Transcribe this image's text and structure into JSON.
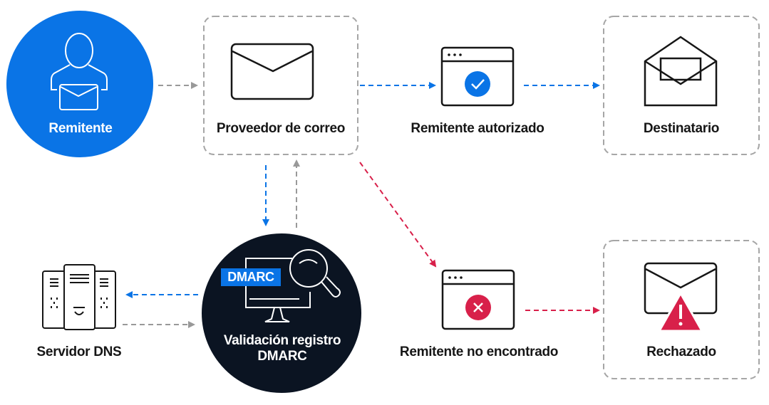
{
  "colors": {
    "blue": "#0a74e6",
    "dark": "#0b1422",
    "red": "#d8204a",
    "gray": "#999999",
    "box_border": "#a6a6a6"
  },
  "nodes": {
    "sender": {
      "label": "Remitente",
      "icon": "user-with-envelope-icon"
    },
    "provider": {
      "label": "Proveedor de correo",
      "icon": "envelope-icon"
    },
    "authorized": {
      "label": "Remitente autorizado",
      "icon": "browser-check-icon"
    },
    "recipient": {
      "label": "Destinatario",
      "icon": "open-envelope-icon"
    },
    "dns": {
      "label": "Servidor DNS",
      "icon": "server-icon"
    },
    "dmarc": {
      "label_line1": "Validación registro",
      "label_line2": "DMARC",
      "badge": "DMARC",
      "icon": "monitor-magnifier-icon"
    },
    "not_found": {
      "label": "Remitente no encontrado",
      "icon": "browser-x-icon"
    },
    "rejected": {
      "label": "Rechazado",
      "icon": "envelope-warning-icon"
    }
  }
}
